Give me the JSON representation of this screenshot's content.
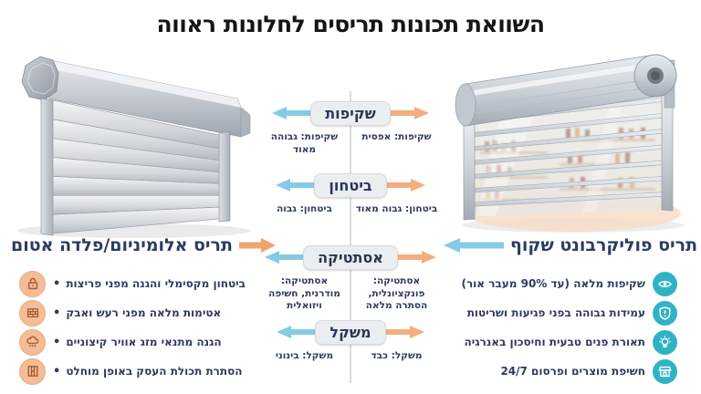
{
  "title": "השוואת תכונות תריסים לחלונות ראווה",
  "colors": {
    "navy_text": "#2c3b5e",
    "blue_accent": "#85cbe6",
    "orange_accent": "#f2ae7e",
    "teal_icon_bg": "#2fb3c4",
    "peach_icon_bg": "#f4bd98",
    "pill_bg": "#ebeef0"
  },
  "left_product": {
    "heading": "תריס אלומיניום/פלדה אטום",
    "bullet": "•",
    "features": [
      {
        "icon": "padlock-icon",
        "text": "ביטחון מקסימלי והגנה מפני פריצות"
      },
      {
        "icon": "brick-wall-icon",
        "text": "אטימות מלאה מפני רעש ואבק"
      },
      {
        "icon": "storm-cloud-icon",
        "text": "הגנה מתנאי מזג אוויר קיצוניים"
      },
      {
        "icon": "closed-door-icon",
        "text": "הסתרת תכולת העסק באופן מוחלט"
      }
    ]
  },
  "right_product": {
    "heading": "תריס פוליקרבונט שקוף",
    "features": [
      {
        "icon": "eye-icon",
        "text": "שקיפות מלאה (עד 90% מעבר אור)"
      },
      {
        "icon": "shield-icon",
        "text": "עמידות גבוהה בפני פגיעות ושריטות"
      },
      {
        "icon": "lightbulb-icon",
        "text": "תאורת פנים טבעית וחיסכון באנרגיה"
      },
      {
        "icon": "storefront-icon",
        "text": "חשיפת מוצרים ופרסום 24/7"
      }
    ]
  },
  "comparison_rows": [
    {
      "label": "שקיפות",
      "left": "שקיפות: גבוהה מאוד",
      "right": "שקיפות: אפסית"
    },
    {
      "label": "ביטחון",
      "left": "ביטחון: גבוה",
      "right": "ביטחון: גבוה מאוד"
    },
    {
      "label": "אסתטיקה",
      "left": "אסתטיקה: מודרנית, חשיפה ויזואלית",
      "right": "אסתטיקה: פונקציונלית, הסתרה מלאה"
    },
    {
      "label": "משקל",
      "left": "משקל: בינוני",
      "right": "משקל: כבד"
    }
  ]
}
